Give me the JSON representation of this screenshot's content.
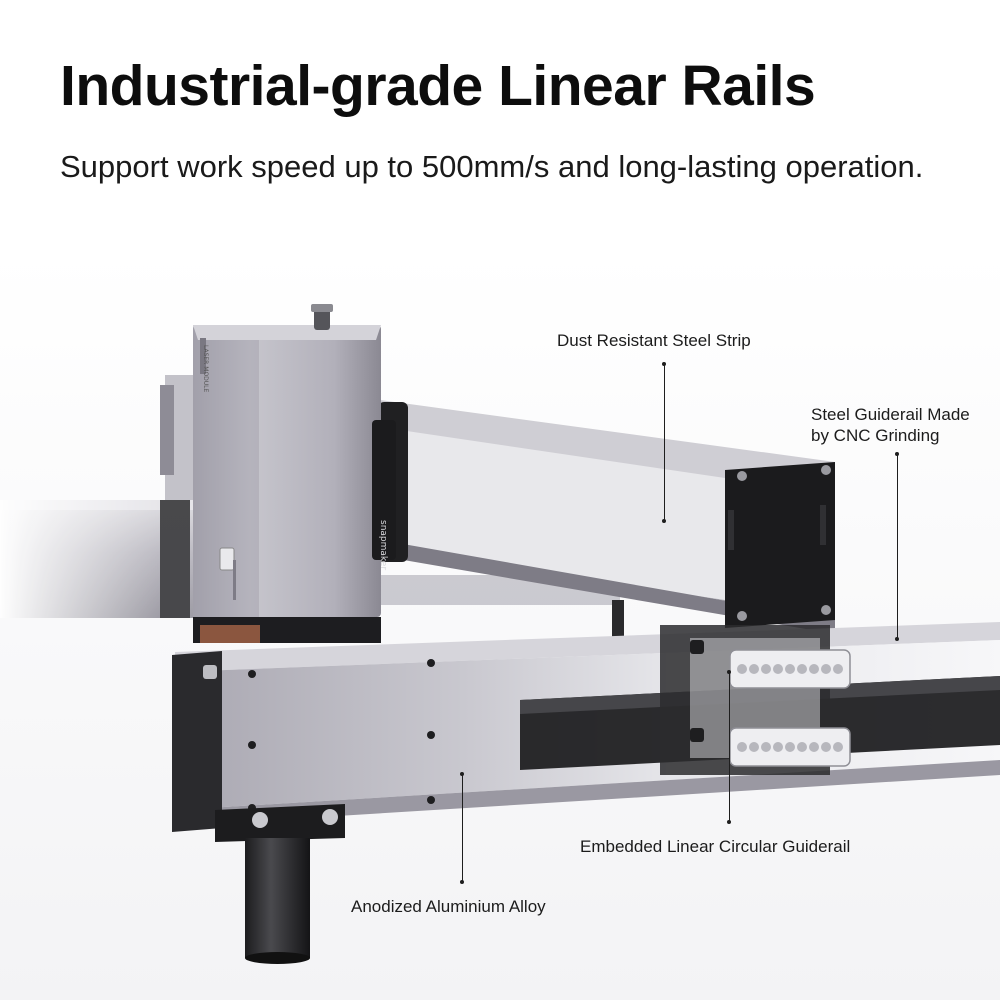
{
  "header": {
    "title": "Industrial-grade Linear Rails",
    "subtitle": "Support work speed up to 500mm/s and long-lasting operation."
  },
  "callouts": {
    "dust_strip": "Dust Resistant Steel Strip",
    "guiderail_line1": "Steel Guiderail Made",
    "guiderail_line2": "by CNC Grinding",
    "embedded": "Embedded Linear Circular Guiderail",
    "aluminium": "Anodized Aluminium Alloy"
  },
  "product": {
    "brand_mark": "snapmaker"
  },
  "colors": {
    "background": "#ffffff",
    "text": "#111111",
    "aluminium": "#b9b7bf",
    "black_parts": "#1b1b1d"
  }
}
